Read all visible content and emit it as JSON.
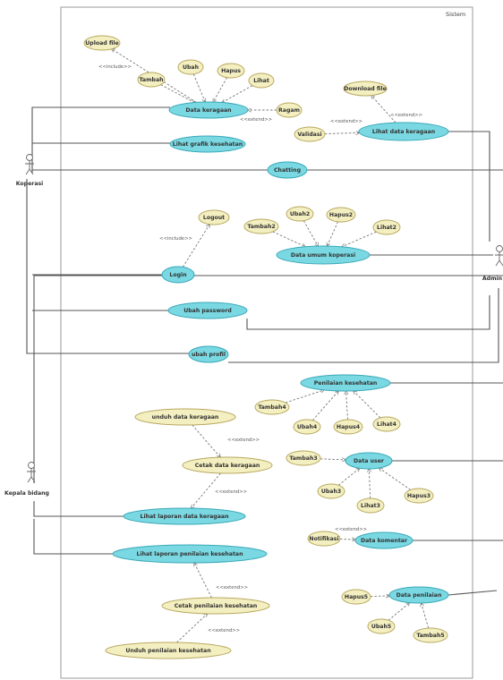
{
  "system": {
    "title": "Sistem"
  },
  "actors": {
    "koperasi": "Koperasi",
    "admin": "Admin",
    "kepala_bidang": "Kepala bidang"
  },
  "usecases": {
    "upload_file": "Upload file",
    "tambah": "Tambah",
    "ubah": "Ubah",
    "hapus": "Hapus",
    "lihat": "Lihat",
    "data_keragaan": "Data keragaan",
    "ragam": "Ragam",
    "lihat_grafik_kesehatan": "Lihat grafik kesehatan",
    "download_file": "Download file",
    "validasi": "Validasi",
    "lihat_data_keragaan": "Lihat data keragaan",
    "chatting": "Chatting",
    "logout": "Logout",
    "tambah2": "Tambah2",
    "ubah2": "Ubah2",
    "hapus2": "Hapus2",
    "lihat2": "Lihat2",
    "data_umum_koperasi": "Data umum koperasi",
    "login": "Login",
    "ubah_password": "Ubah password",
    "ubah_profil": "ubah profil",
    "penilaian_kesehatan": "Penilaian kesehatan",
    "tambah4": "Tambah4",
    "ubah4": "Ubah4",
    "hapus4": "Hapus4",
    "lihat4": "Lihat4",
    "unduh_data_keragaan": "unduh data keragaan",
    "cetak_data_keragaan": "Cetak data keragaan",
    "tambah3": "Tambah3",
    "data_user": "Data user",
    "ubah3": "Ubah3",
    "lihat3": "Lihat3",
    "hapus3": "Hapus3",
    "lihat_laporan_data_keragaan": "Lihat laporan data keragaan",
    "notifikasi": "Notifikasi",
    "data_komentar": "Data komentar",
    "lihat_laporan_penilaian_kesehatan": "Lihat laporan penilaian kesehatan",
    "hapus5": "Hapus5",
    "data_penilaian": "Data penilaian",
    "ubah5": "Ubah5",
    "tambah5": "Tambah5",
    "cetak_penilaian_kesehatan": "Cetak penilaian kesehatan",
    "unduh_penilaian_kesehatan": "Unduh penilaian kesehatan"
  },
  "stereotypes": {
    "include": "<<include>>",
    "extend": "<<extend>>"
  },
  "colors": {
    "primary_fill": "#7ad8e2",
    "primary_stroke": "#3aa9b8",
    "secondary_fill": "#f4efc0",
    "secondary_stroke": "#b8a860",
    "line": "#555555"
  }
}
